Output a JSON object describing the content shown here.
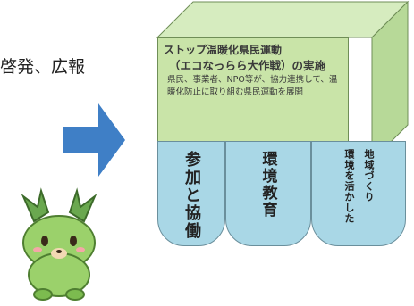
{
  "top_label": "啓発、広報",
  "diagram": {
    "panel": {
      "title": "ストップ温暖化県民運動",
      "subtitle": "（エコなっらら大作戦）の実施",
      "body": "県民、事業者、NPO等が、協力連携して、温暖化防止に取り組む県民運動を展開"
    },
    "pillars": [
      {
        "label": "参加と協働"
      },
      {
        "label": "環境教育"
      },
      {
        "label_col1": "環境を活かした",
        "label_col2": "地域づくり"
      }
    ]
  },
  "colors": {
    "top_face": "#d6ecbf",
    "front_face": "#c9e4a8",
    "side_face": "#b7d998",
    "pillar": "#a9d7e6",
    "arrow": "#3f7fc6"
  },
  "icons": {
    "arrow": "right-arrow-icon",
    "mascot": "deer-mascot-icon"
  }
}
